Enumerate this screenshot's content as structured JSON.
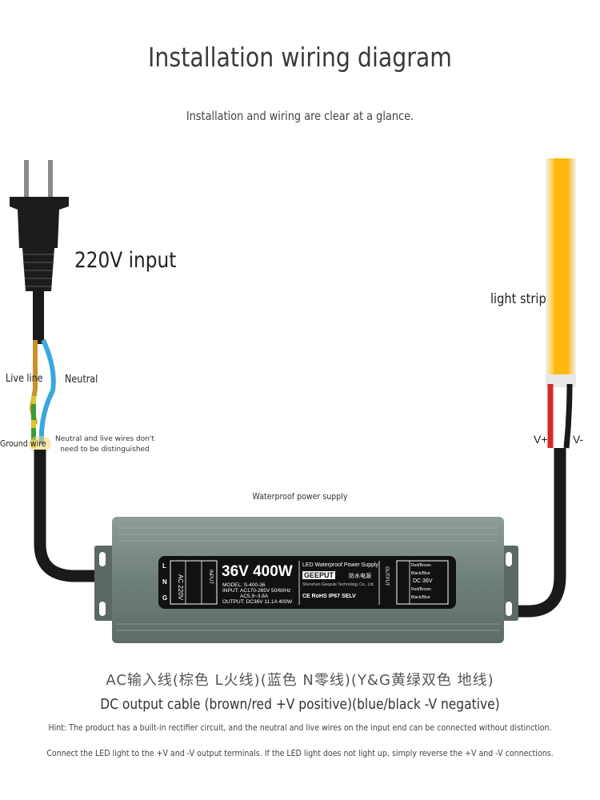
{
  "title": "Installation wiring diagram",
  "subtitle": "Installation and wiring are clear at a glance.",
  "labels": {
    "input": "220V input",
    "live_line": "Live line",
    "neutral": "Neutral",
    "ground_wire": "Ground wire",
    "no_distinguish": "Neutral and live wires don't need to be distinguished",
    "light_strip": "light strip",
    "v_plus": "V+",
    "v_minus": "V-",
    "power_supply": "Waterproof power supply"
  },
  "device_label": {
    "model_big": "36V 400W",
    "model": "MODEL: S-400-36",
    "input": "INPUT: AC170-265V 50/60Hz",
    "input_current": "AC5.9~3.8A",
    "output": "OUTPUT: DC36V 11.1A 400W",
    "product_name": "LED Waterproof Power Supply",
    "brand": "GEEPUT",
    "brand_cn": "防水电源",
    "company": "Shenzhen Geepute Technology Co., Ltd.",
    "certs": "CE RoHS IP67 SELV",
    "ac_block": "AC 220V",
    "input_tag": "INPUT",
    "output_tag": "OUTPUT",
    "terminal_l": "L",
    "terminal_n": "N",
    "terminal_g": "G",
    "out_pos": "Red/Brown",
    "out_neg": "Black/Blue",
    "dc_out": "DC 36V"
  },
  "footer": {
    "cn_line": "AC输入线(棕色 L火线)(蓝色 N零线)(Y&G黄绿双色 地线)",
    "dc_line": "DC output cable (brown/red +V positive)(blue/black -V negative)",
    "hint": "Hint: The product has a built-in rectifier circuit, and the neutral and live wires on the input end can be connected without distinction.",
    "connect": "Connect the LED light to the +V and -V output terminals. If the LED light does not light up, simply reverse the +V and -V connections."
  },
  "colors": {
    "cable": "#1a1a1a",
    "brown_wire": "#c8922a",
    "blue_wire": "#3aa8dc",
    "ground_yellow": "#d9c82e",
    "ground_green": "#3f9a3a",
    "red_wire": "#d42a22",
    "strip_yellow": "#ffbb10",
    "case_gray": "#7a8a86",
    "label_black": "#111111"
  }
}
